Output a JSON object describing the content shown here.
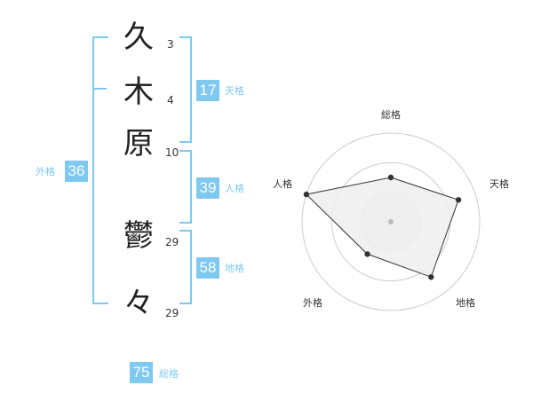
{
  "name_chars": [
    {
      "char": "久",
      "strokes": "3"
    },
    {
      "char": "木",
      "strokes": "4"
    },
    {
      "char": "原",
      "strokes": "10"
    },
    {
      "char": "鬱",
      "strokes": "29"
    },
    {
      "char": "々",
      "strokes": "29"
    }
  ],
  "fortunes": {
    "tenkaku": {
      "value": "17",
      "label": "天格"
    },
    "jinkaku": {
      "value": "39",
      "label": "人格"
    },
    "chikaku": {
      "value": "58",
      "label": "地格"
    },
    "gaikaku": {
      "value": "36",
      "label": "外格"
    },
    "soukaku": {
      "value": "75",
      "label": "総格"
    }
  },
  "radar": {
    "axes": [
      "総格",
      "天格",
      "地格",
      "外格",
      "人格"
    ],
    "levels": 3,
    "values": [
      0.5,
      0.8,
      0.77,
      0.45,
      1.0
    ],
    "colors": {
      "fill": "#eeeeee",
      "stroke": "#333333",
      "grid": "#cccccc",
      "dot": "#333333",
      "center": "#bbbbbb"
    }
  },
  "colors": {
    "accent": "#7fc8f0"
  }
}
